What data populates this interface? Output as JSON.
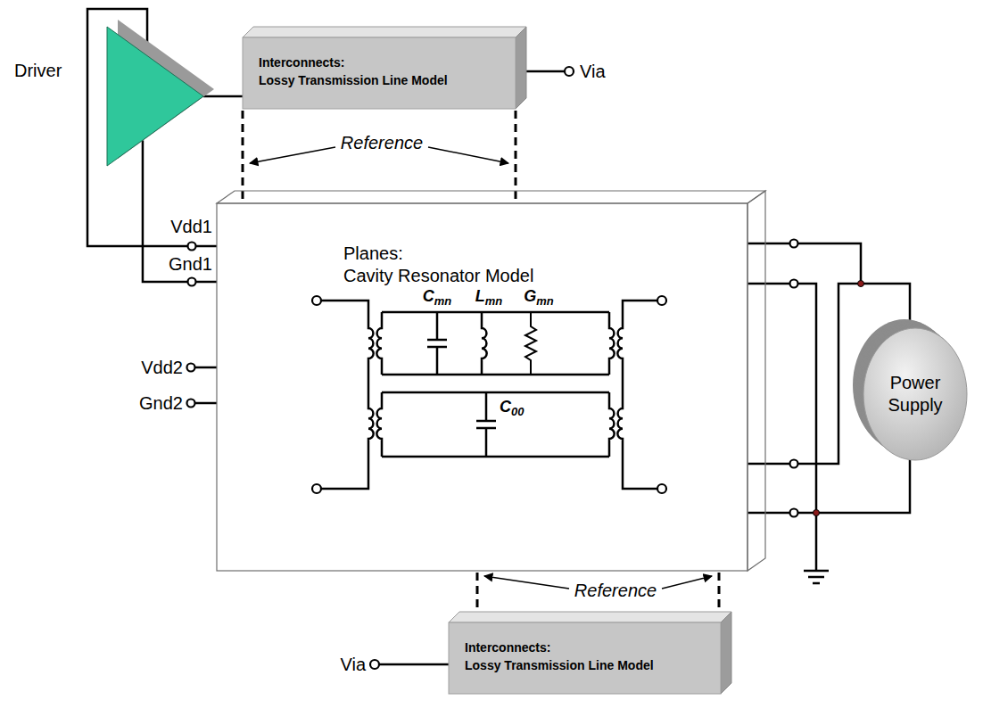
{
  "diagram": {
    "nodes": [
      {
        "text": [
          "Driver"
        ]
      },
      {
        "text": [
          "Interconnects: Lossy Transmission Line Model"
        ]
      },
      {
        "text": [
          "Planes: Cavity Resonator Model"
        ]
      },
      {
        "text": [
          "Power Supply"
        ]
      },
      {
        "text": [
          "Interconnects: Lossy Transmission Line Model"
        ]
      }
    ],
    "edges": [
      {
        "from": 0,
        "to": 1,
        "arrow": "none"
      },
      {
        "from": 0,
        "to": 2,
        "arrow": "none"
      },
      {
        "from": 0,
        "to": 2,
        "arrow": "none"
      },
      {
        "from": 2,
        "to": 3,
        "arrow": "none"
      },
      {
        "from": 2,
        "to": 3,
        "arrow": "none"
      }
    ],
    "labels": [
      "Via",
      "Reference",
      "Vdd1",
      "Gnd1",
      "Cmn",
      "Lmn",
      "Gmn",
      "C00",
      "Vdd2",
      "Gnd2",
      "Reference",
      "Via"
    ]
  }
}
